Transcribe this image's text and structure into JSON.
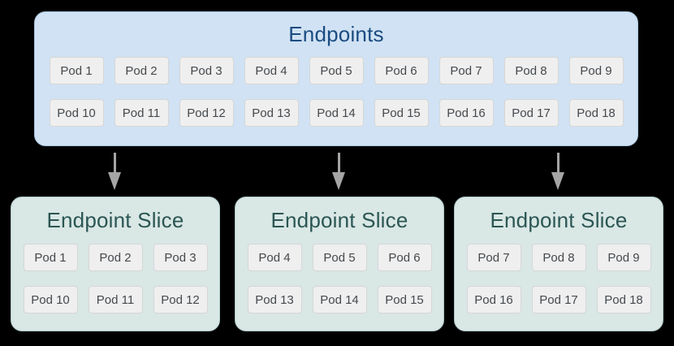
{
  "diagram": {
    "endpoints": {
      "title": "Endpoints",
      "pods_row1": [
        "Pod 1",
        "Pod 2",
        "Pod 3",
        "Pod 4",
        "Pod 5",
        "Pod 6",
        "Pod 7",
        "Pod 8",
        "Pod 9"
      ],
      "pods_row2": [
        "Pod 10",
        "Pod 11",
        "Pod 12",
        "Pod 13",
        "Pod 14",
        "Pod 15",
        "Pod 16",
        "Pod 17",
        "Pod 18"
      ]
    },
    "slices": [
      {
        "title": "Endpoint Slice",
        "pods_row1": [
          "Pod 1",
          "Pod 2",
          "Pod 3"
        ],
        "pods_row2": [
          "Pod 10",
          "Pod 11",
          "Pod 12"
        ]
      },
      {
        "title": "Endpoint Slice",
        "pods_row1": [
          "Pod 4",
          "Pod 5",
          "Pod 6"
        ],
        "pods_row2": [
          "Pod 13",
          "Pod 14",
          "Pod 15"
        ]
      },
      {
        "title": "Endpoint Slice",
        "pods_row1": [
          "Pod 7",
          "Pod 8",
          "Pod 9"
        ],
        "pods_row2": [
          "Pod 16",
          "Pod 17",
          "Pod 18"
        ]
      }
    ],
    "colors": {
      "background": "#000000",
      "endpoints_fill": "#d0e2f4",
      "endpoints_border": "#a9c4de",
      "endpoints_title_text": "#1b4c80",
      "slice_fill": "#d9e7e5",
      "slice_border": "#aec7c5",
      "slice_title_text": "#2b5654",
      "pod_fill": "#efefef",
      "pod_border": "#d6d6d6",
      "pod_text": "#45494d",
      "arrow": "#a5a5a5"
    }
  }
}
